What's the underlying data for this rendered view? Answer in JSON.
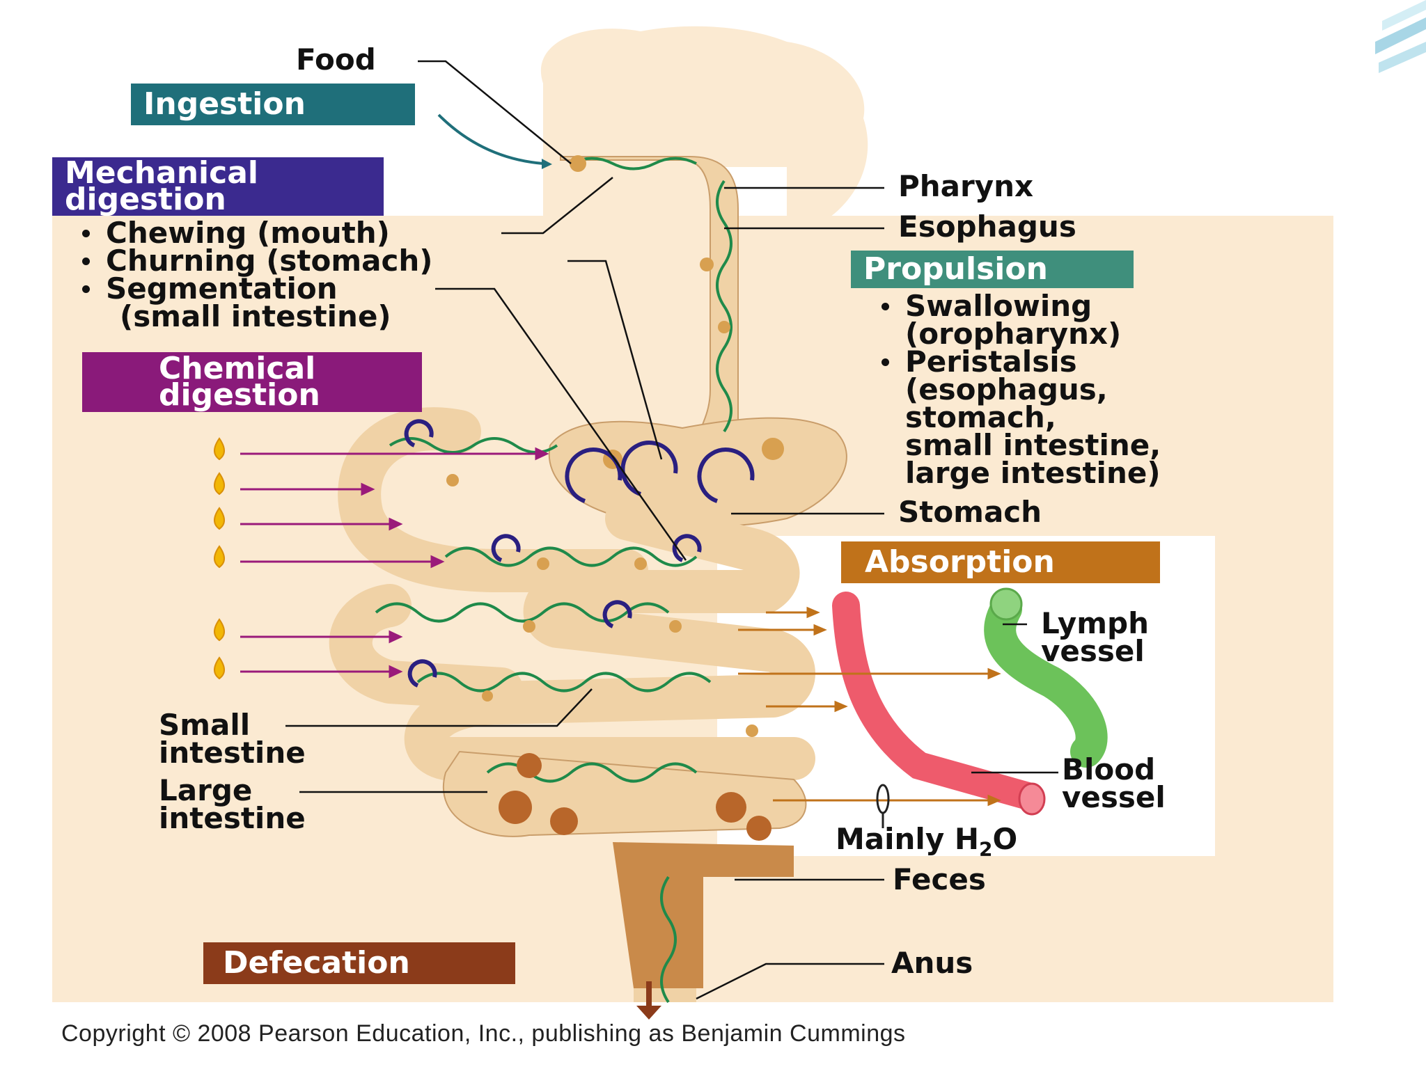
{
  "labels": {
    "food": "Food",
    "pharynx": "Pharynx",
    "esophagus": "Esophagus",
    "stomach": "Stomach",
    "lymph_vessel": [
      "Lymph",
      "vessel"
    ],
    "blood_vessel": [
      "Blood",
      "vessel"
    ],
    "mainly_h2o": {
      "prefix": "Mainly H",
      "sub": "2",
      "suffix": "O"
    },
    "feces": "Feces",
    "anus": "Anus",
    "small_intestine": [
      "Small",
      "intestine"
    ],
    "large_intestine": [
      "Large",
      "intestine"
    ]
  },
  "process_boxes": {
    "ingestion": "Ingestion",
    "mechanical_digestion": [
      "Mechanical",
      "digestion"
    ],
    "chemical_digestion": [
      "Chemical",
      "digestion"
    ],
    "propulsion": "Propulsion",
    "absorption": "Absorption",
    "defecation": "Defecation"
  },
  "mechanical_items": [
    "Chewing (mouth)",
    "Churning (stomach)",
    "Segmentation",
    "(small intestine)"
  ],
  "propulsion_items": [
    "Swallowing",
    "(oropharynx)",
    "Peristalsis",
    "(esophagus,",
    "stomach,",
    "small intestine,",
    "large intestine)"
  ],
  "copyright": "Copyright © 2008 Pearson Education, Inc., publishing as Benjamin Cummings",
  "colors": {
    "ingestion": "#1f6f7a",
    "mechanical": "#3b2a8f",
    "chemical": "#8a1a7a",
    "propulsion": "#3f8f7c",
    "absorption": "#c0721a",
    "defecation": "#8b3b1a",
    "tract": "#f0d2a6",
    "background_panel": "#fbead2",
    "peristalsis_line": "#1f8a4a",
    "segmentation_arrow": "#2a1f80",
    "enzyme_drop": "#f2b705",
    "enzyme_arrow": "#9a1a7a",
    "blood_vessel": "#ee5b6c",
    "lymph_vessel": "#6cc25a",
    "absorb_arrow": "#c0721a",
    "feces": "#b8662a"
  }
}
